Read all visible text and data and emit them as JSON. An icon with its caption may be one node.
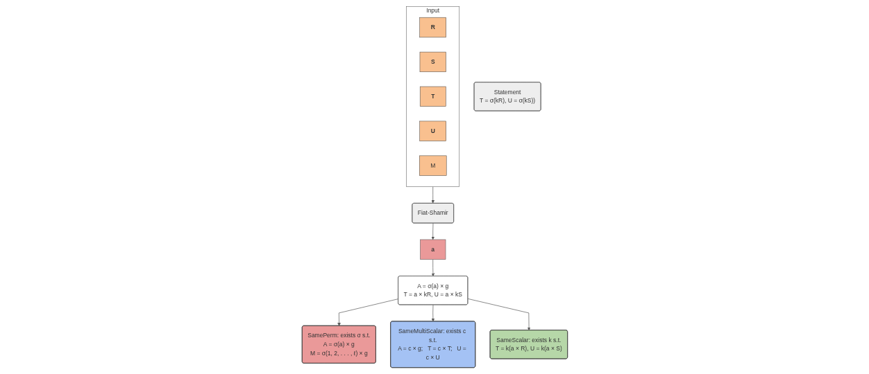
{
  "diagram": {
    "nodes": [
      {
        "text": [
          "Statement",
          "T = σ(kR),  U = σ(kS))"
        ]
      },
      {
        "text": [
          "Input"
        ]
      },
      {
        "text": [
          "R"
        ],
        "in": 1
      },
      {
        "text": [
          "S"
        ],
        "in": 1
      },
      {
        "text": [
          "T"
        ],
        "in": 1
      },
      {
        "text": [
          "U"
        ],
        "in": 1
      },
      {
        "text": [
          "M"
        ],
        "in": 1
      },
      {
        "text": [
          "A = σ(a) × g",
          "T = a × kR, U = a × kS"
        ]
      },
      {
        "text": [
          "a"
        ]
      },
      {
        "text": [
          "Fiat-Shamir"
        ]
      },
      {
        "text": [
          "SamePerm: exists σ s.t.",
          "A = σ(a) × g",
          "M = σ(1, 2, . . . , ℓ) × g"
        ]
      },
      {
        "text": [
          "SameMultiScalar: exists c s.t.",
          "A = c × g;   T = c × T;   U = c × U"
        ]
      },
      {
        "text": [
          "SameScalar: exists k s.t.",
          "T = k(a × R), U = k(a × S)"
        ]
      }
    ],
    "edges": [
      {
        "from": 1,
        "to": 9,
        "arrow": "to"
      },
      {
        "from": 9,
        "to": 8,
        "arrow": "to"
      },
      {
        "from": 8,
        "to": 7,
        "arrow": "to"
      },
      {
        "from": 7,
        "to": 10,
        "arrow": "to"
      },
      {
        "from": 7,
        "to": 11,
        "arrow": "to"
      },
      {
        "from": 7,
        "to": 12,
        "arrow": "to"
      }
    ]
  }
}
